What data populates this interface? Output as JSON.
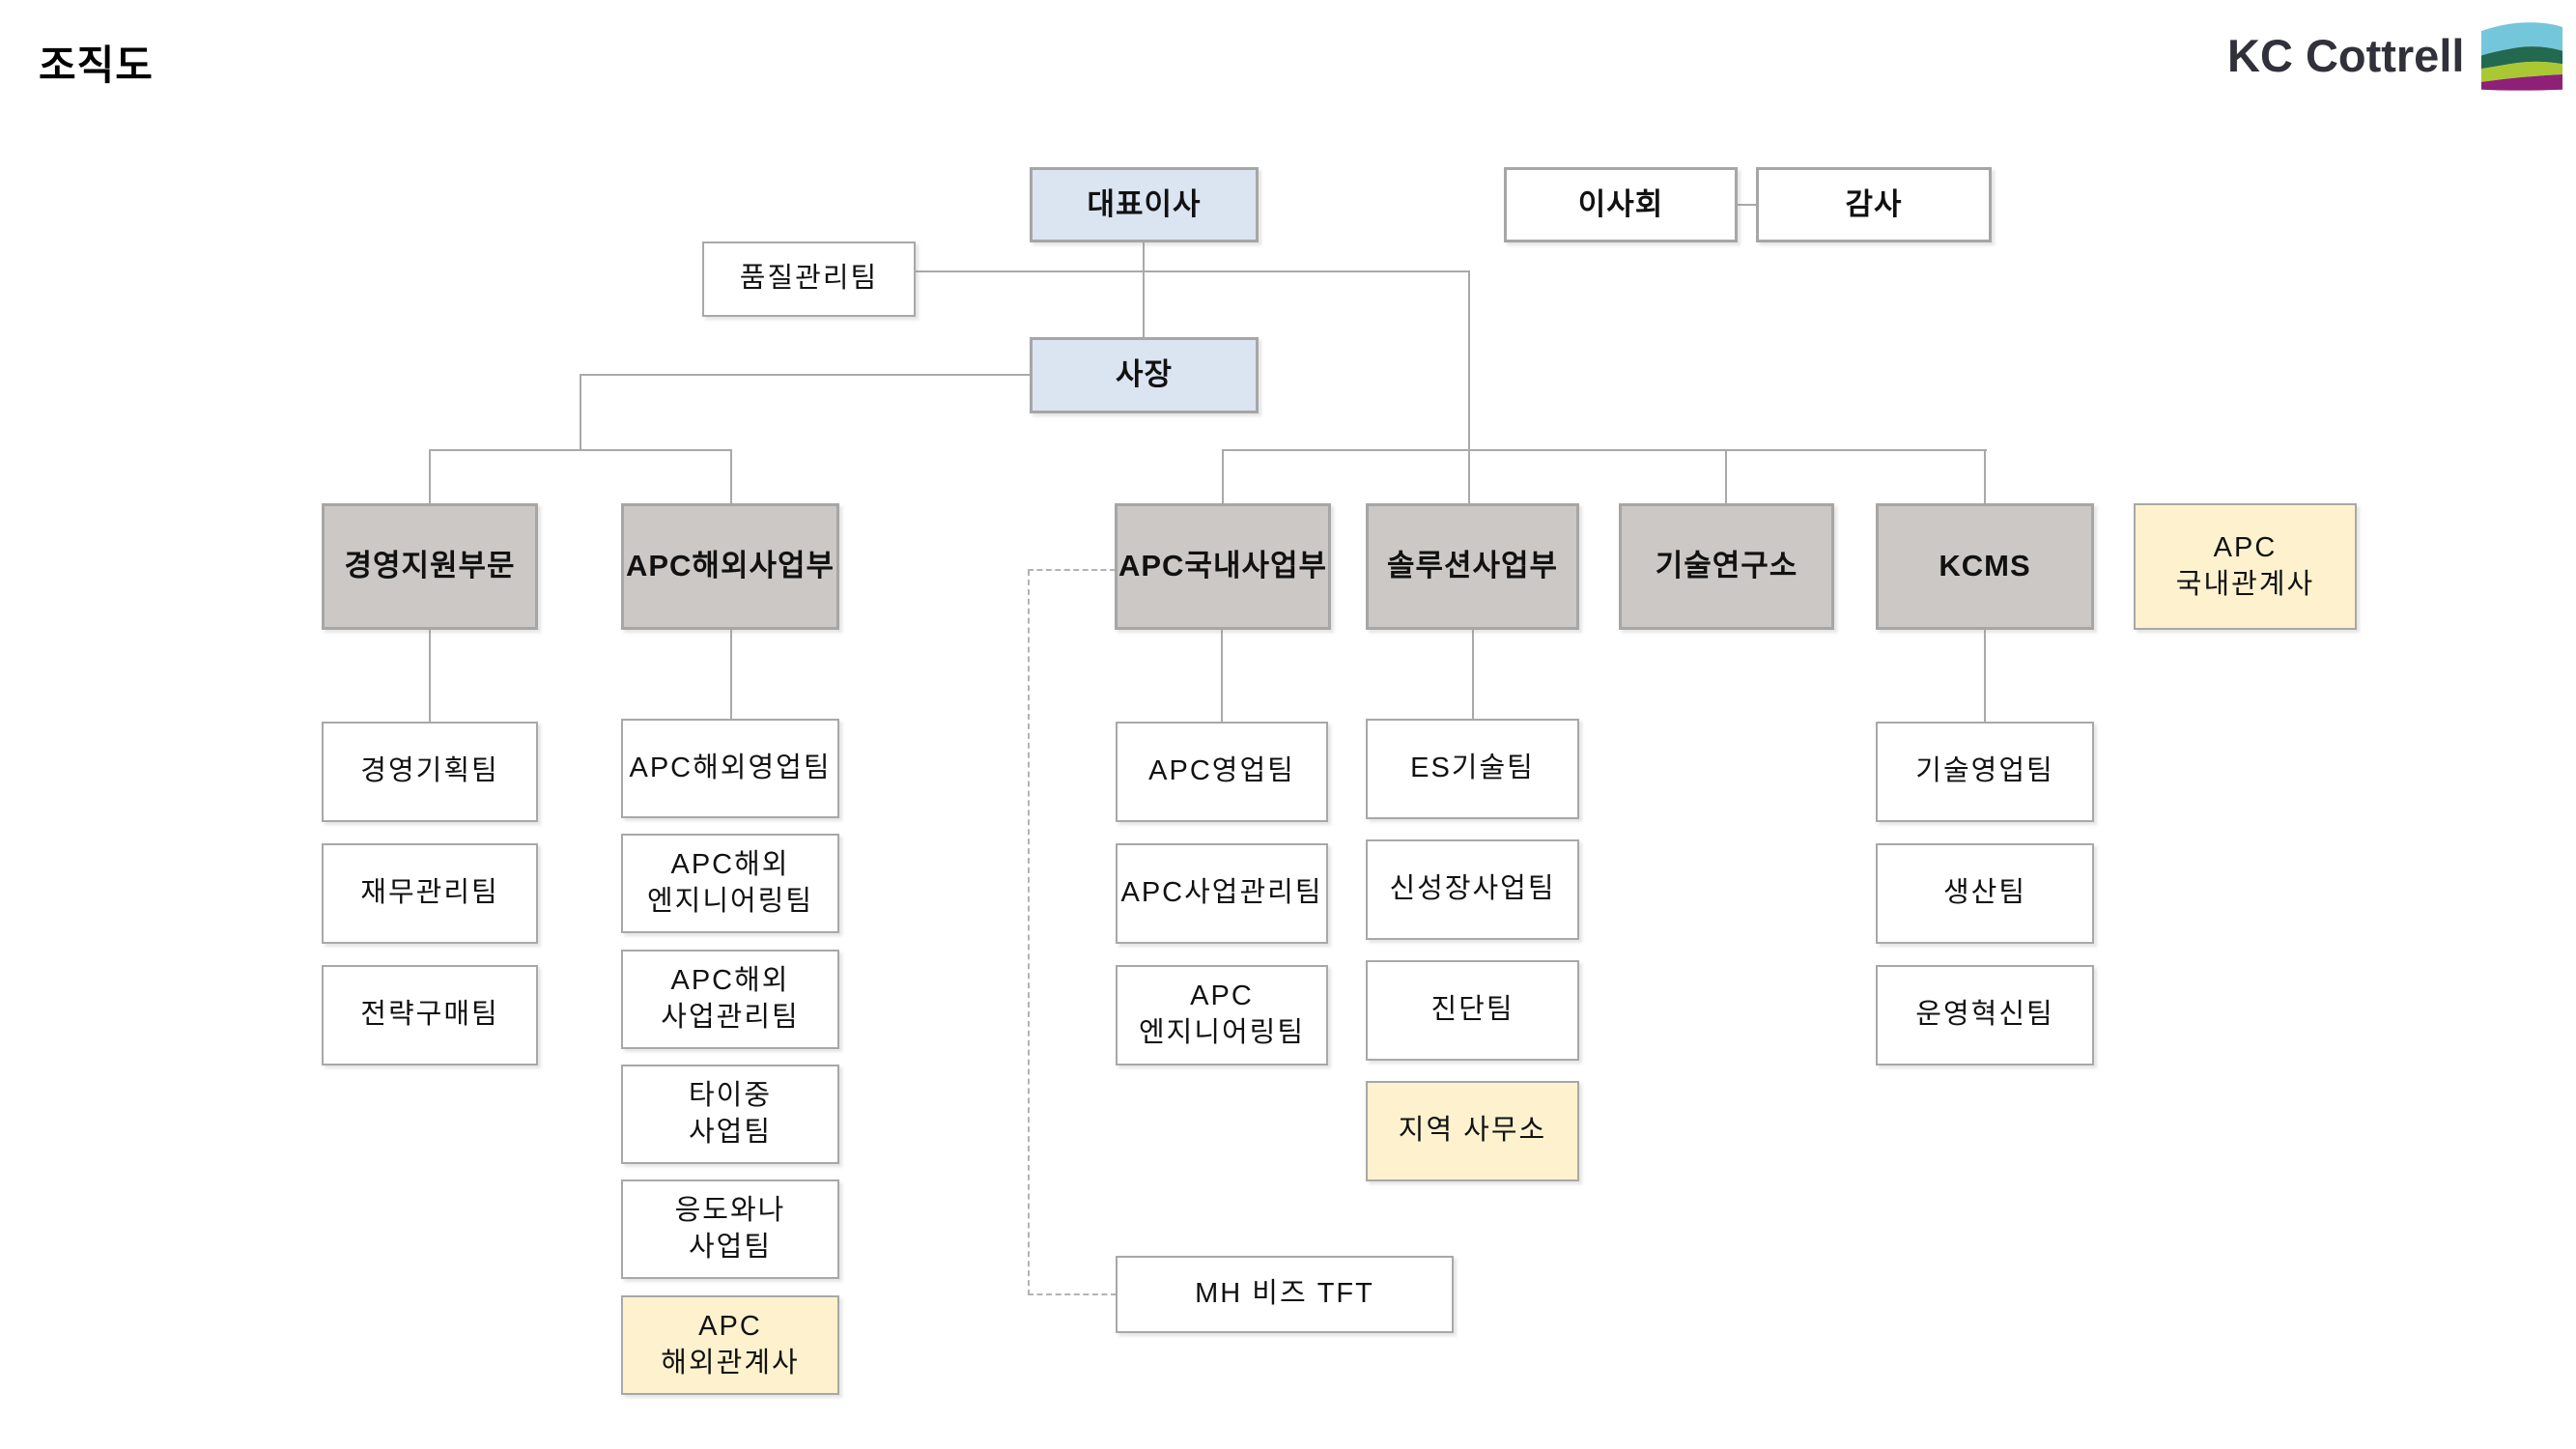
{
  "page": {
    "title": "조직도"
  },
  "logo": {
    "text": "KC Cottrell"
  },
  "colors": {
    "executive_fill": "#dbe4f1",
    "division_fill": "#cbc8c5",
    "affiliate_fill": "#fdf2cd",
    "box_border": "#a6a6a6",
    "team_border": "#a8a8a8",
    "line": "#a9a9a9",
    "dash": "#b3b3b3",
    "text": "#111111",
    "logo_text": "#30313a",
    "flag_blue": "#74c6db",
    "flag_green": "#22694f",
    "flag_lime": "#aac734",
    "flag_magenta": "#8e2078"
  },
  "nodes": {
    "ceo": {
      "label": "대표이사"
    },
    "board": {
      "label": "이사회"
    },
    "auditor": {
      "label": "감사"
    },
    "quality_team": {
      "label": "품질관리팀"
    },
    "president": {
      "label": "사장"
    },
    "division_mgmt_support": {
      "label": "경영지원부문"
    },
    "division_apc_overseas": {
      "label": "APC해외사업부"
    },
    "division_apc_domestic": {
      "label": "APC국내사업부"
    },
    "division_solution": {
      "label": "솔루션사업부"
    },
    "division_tech_research": {
      "label": "기술연구소"
    },
    "division_kcms": {
      "label": "KCMS"
    },
    "apc_domestic_affiliates": {
      "label": "APC\n국내관계사"
    },
    "mgmt_planning_team": {
      "label": "경영기획팀"
    },
    "finance_mgmt_team": {
      "label": "재무관리팀"
    },
    "strategic_purchasing_team": {
      "label": "전략구매팀"
    },
    "apc_overseas_sales_team": {
      "label": "APC해외영업팀"
    },
    "apc_overseas_engineering_team": {
      "label": "APC해외\n엔지니어링팀"
    },
    "apc_overseas_business_mgmt_team": {
      "label": "APC해외\n사업관리팀"
    },
    "taichung_business_team": {
      "label": "타이중\n사업팀"
    },
    "eungdowana_business_team": {
      "label": "응도와나\n사업팀"
    },
    "apc_overseas_affiliates": {
      "label": "APC\n해외관계사"
    },
    "apc_sales_team": {
      "label": "APC영업팀"
    },
    "apc_business_mgmt_team": {
      "label": "APC사업관리팀"
    },
    "apc_engineering_team": {
      "label": "APC\n엔지니어링팀"
    },
    "es_tech_team": {
      "label": "ES기술팀"
    },
    "new_growth_business_team": {
      "label": "신성장사업팀"
    },
    "diagnosis_team": {
      "label": "진단팀"
    },
    "regional_offices": {
      "label": "지역 사무소"
    },
    "tech_sales_team": {
      "label": "기술영업팀"
    },
    "production_team": {
      "label": "생산팀"
    },
    "operation_innovation_team": {
      "label": "운영혁신팀"
    },
    "mh_biz_tft": {
      "label": "MH 비즈 TFT"
    }
  }
}
